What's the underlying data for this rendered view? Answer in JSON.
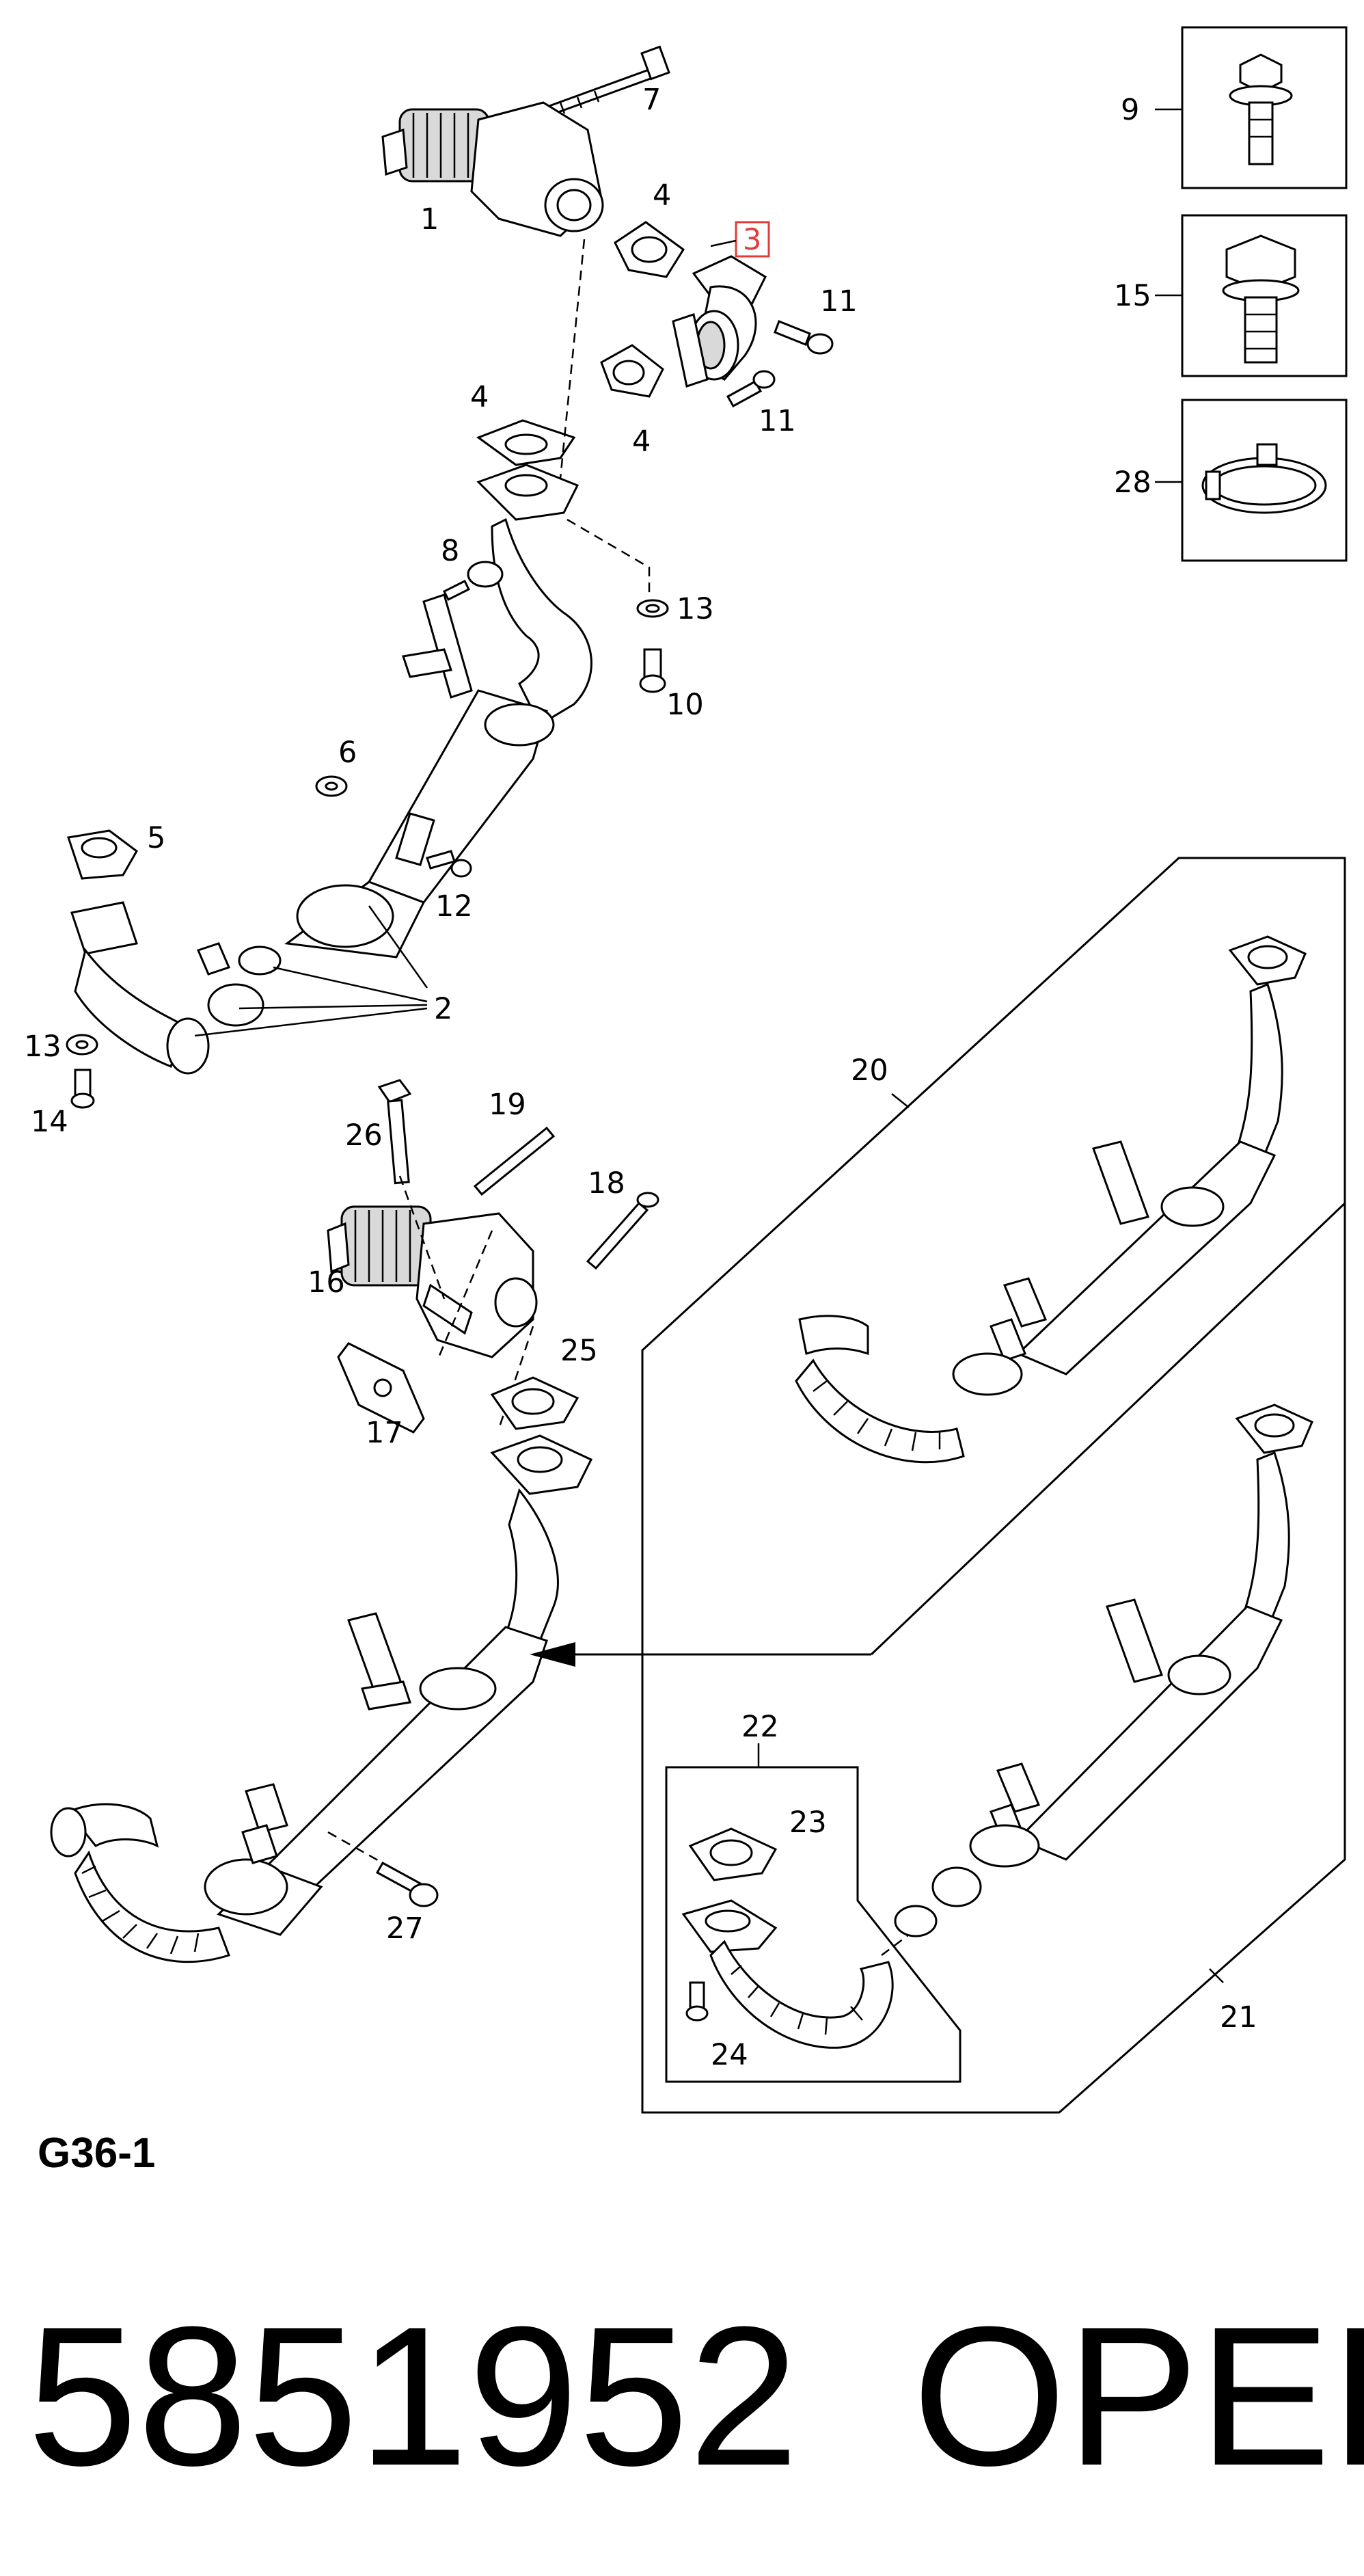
{
  "diagram_code": "G36-1",
  "part_number": "5851952",
  "brand": "OPEL",
  "highlight_color": "#e23b3b",
  "callouts": {
    "c1": "1",
    "c2": "2",
    "c3": "3",
    "c4a": "4",
    "c4b": "4",
    "c4c": "4",
    "c5": "5",
    "c6": "6",
    "c7": "7",
    "c8": "8",
    "c9": "9",
    "c10": "10",
    "c11a": "11",
    "c11b": "11",
    "c12": "12",
    "c13a": "13",
    "c13b": "13",
    "c14": "14",
    "c15": "15",
    "c16": "16",
    "c17": "17",
    "c18": "18",
    "c19": "19",
    "c20": "20",
    "c21": "21",
    "c22": "22",
    "c23": "23",
    "c24": "24",
    "c25": "25",
    "c26": "26",
    "c27": "27",
    "c28": "28"
  }
}
